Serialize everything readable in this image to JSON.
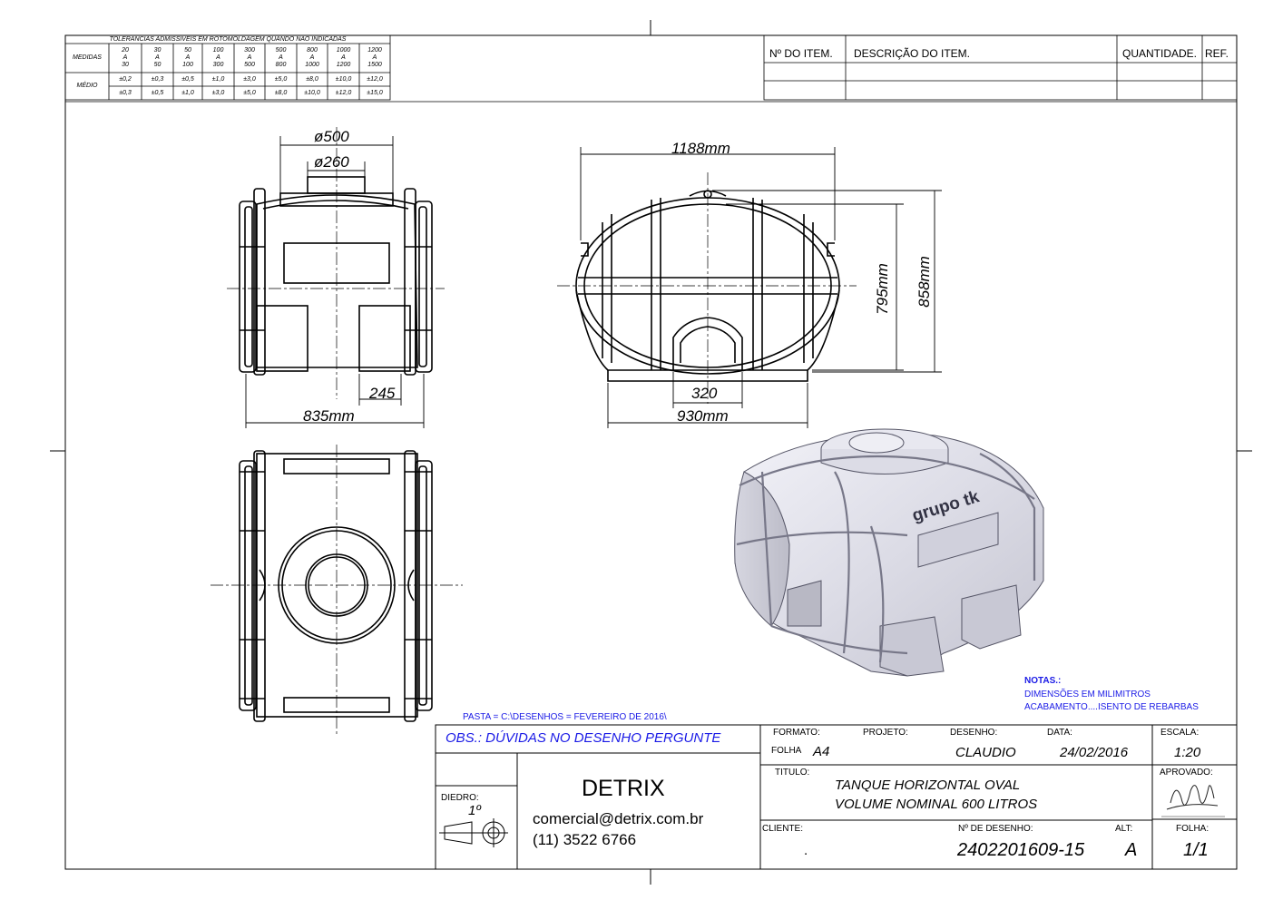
{
  "tolerance_table": {
    "title": "TOLERANCIAS ADMISSIVEIS EM ROTOMOLDAGEM QUANDO NÃO INDICADAS",
    "row_label_measures": "MEDIDAS",
    "row_label_medium": "MÉDIO",
    "ranges": [
      [
        "20",
        "A",
        "30"
      ],
      [
        "30",
        "A",
        "50"
      ],
      [
        "50",
        "A",
        "100"
      ],
      [
        "100",
        "A",
        "300"
      ],
      [
        "300",
        "A",
        "500"
      ],
      [
        "500",
        "A",
        "800"
      ],
      [
        "800",
        "A",
        "1000"
      ],
      [
        "1000",
        "A",
        "1200"
      ],
      [
        "1200",
        "A",
        "1500"
      ]
    ],
    "row1": [
      "±0,2",
      "±0,3",
      "±0,5",
      "±1,0",
      "±3,0",
      "±5,0",
      "±8,0",
      "±10,0",
      "±12,0"
    ],
    "row2": [
      "±0,3",
      "±0,5",
      "±1,0",
      "±3,0",
      "±5,0",
      "±8,0",
      "±10,0",
      "±12,0",
      "±15,0"
    ]
  },
  "parts_table": {
    "col_item": "Nº DO ITEM.",
    "col_desc": "DESCRIÇÃO DO ITEM.",
    "col_qty": "QUANTIDADE.",
    "col_ref": "REF."
  },
  "dimensions": {
    "d500": "ø500",
    "d260": "ø260",
    "w835": "835mm",
    "w245": "245",
    "w1188": "1188mm",
    "w930": "930mm",
    "w320": "320",
    "h795": "795mm",
    "h858": "858mm"
  },
  "logo_text": "grupo tk",
  "notes": {
    "title": "NOTAS.:",
    "line1": "DIMENSÕES EM MILIMITROS",
    "line2": "ACABAMENTO....ISENTO DE REBARBAS"
  },
  "folder": "PASTA = C:\\DESENHOS = FEVEREIRO DE 2016\\",
  "obs": "OBS.: DÚVIDAS NO DESENHO PERGUNTE",
  "diedro": {
    "label": "DIEDRO:",
    "value": "1º"
  },
  "company": {
    "name": "DETRIX",
    "email": "comercial@detrix.com.br",
    "phone": "(11) 3522 6766"
  },
  "title_block": {
    "formato_label": "FORMATO:",
    "folha_label": "FOLHA",
    "folha_value": "A4",
    "projeto_label": "PROJETO:",
    "desenho_label": "DESENHO:",
    "desenho_value": "CLAUDIO",
    "data_label": "DATA:",
    "data_value": "24/02/2016",
    "escala_label": "ESCALA:",
    "escala_value": "1:20",
    "titulo_label": "TITULO:",
    "titulo_line1": "TANQUE HORIZONTAL OVAL",
    "titulo_line2": "VOLUME NOMINAL 600 LITROS",
    "aprovado_label": "APROVADO:",
    "cliente_label": "CLIENTE:",
    "cliente_value": ".",
    "num_desenho_label": "Nº DE DESENHO:",
    "num_desenho_value": "2402201609-15",
    "alt_label": "ALT:",
    "alt_value": "A",
    "folha2_label": "FOLHA:",
    "folha2_value": "1/1"
  }
}
